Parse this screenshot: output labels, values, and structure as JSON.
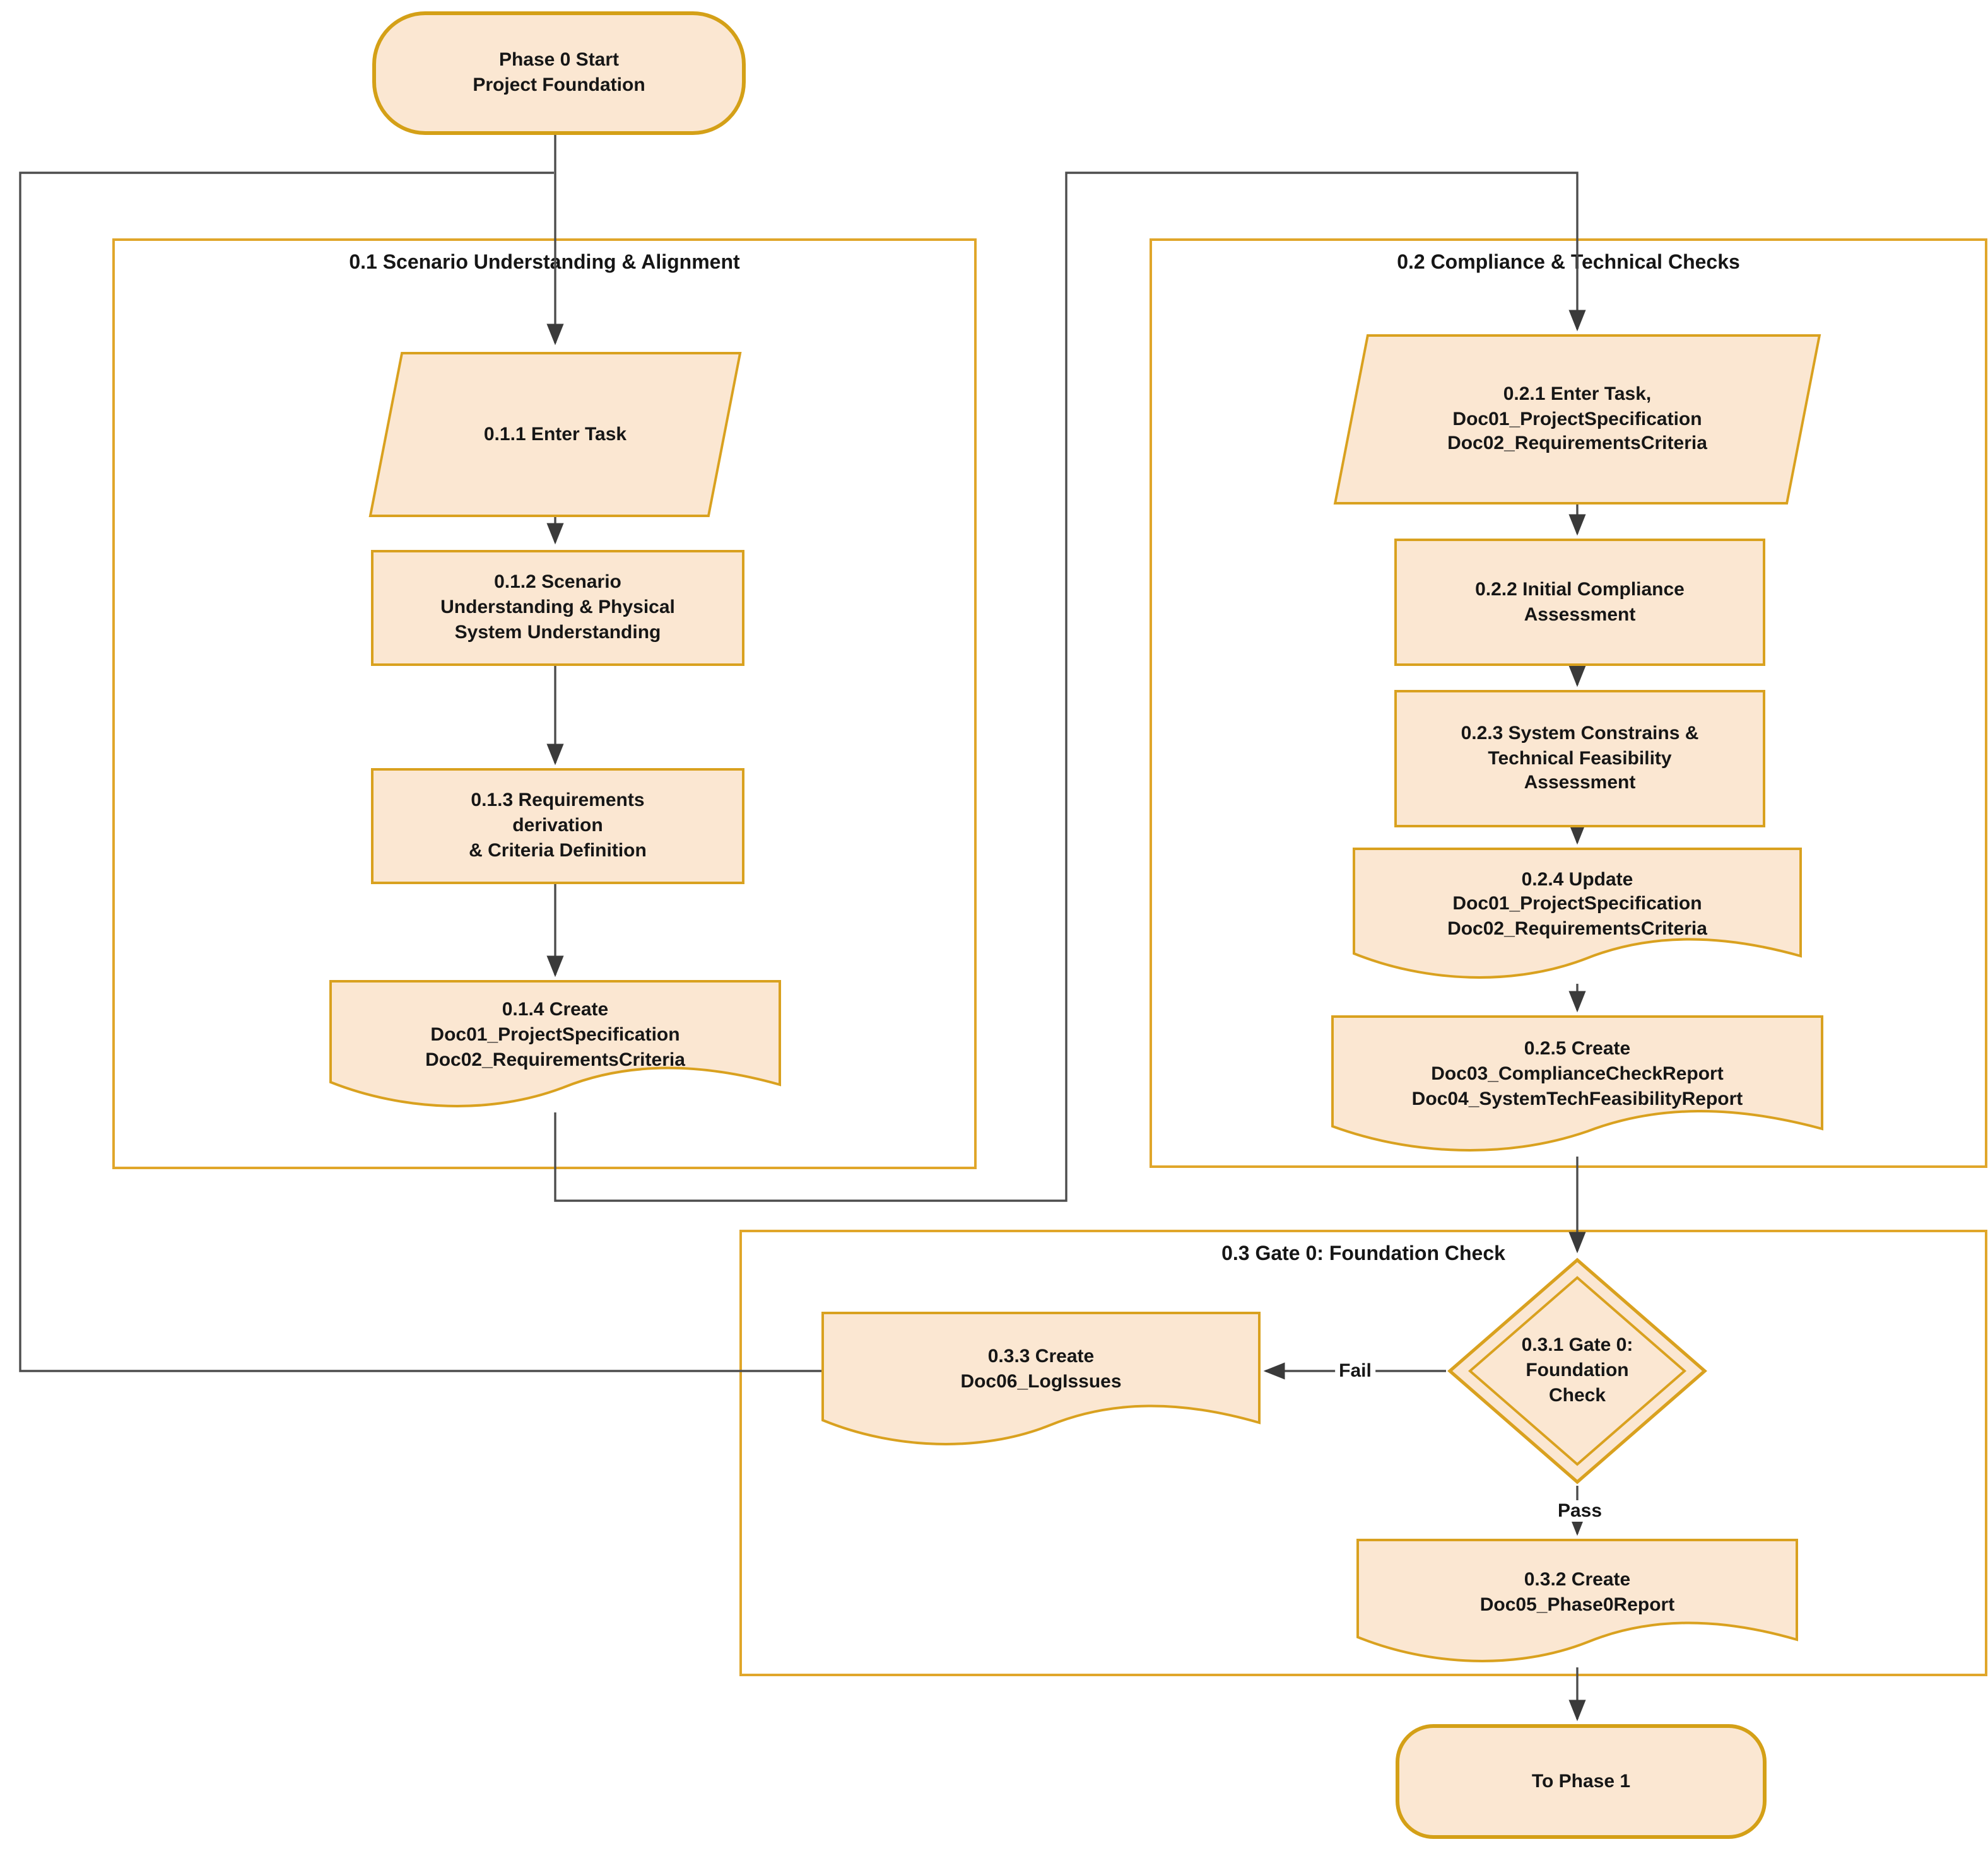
{
  "diagram": {
    "start": {
      "lines": [
        "Phase 0 Start",
        "Project Foundation"
      ]
    },
    "containers": {
      "c01": {
        "title": "0.1 Scenario Understanding & Alignment"
      },
      "c02": {
        "title": "0.2 Compliance & Technical Checks"
      },
      "c03": {
        "title": "0.3 Gate 0: Foundation Check"
      }
    },
    "nodes": {
      "p011": {
        "lines": [
          "0.1.1 Enter Task"
        ]
      },
      "r012": {
        "lines": [
          "0.1.2 Scenario",
          "Understanding & Physical",
          "System Understanding"
        ]
      },
      "r013": {
        "lines": [
          "0.1.3 Requirements",
          "derivation",
          "& Criteria Definition"
        ]
      },
      "d014": {
        "lines": [
          "0.1.4 Create",
          "Doc01_ProjectSpecification",
          "Doc02_RequirementsCriteria"
        ]
      },
      "p021": {
        "lines": [
          "0.2.1 Enter Task,",
          "Doc01_ProjectSpecification",
          "Doc02_RequirementsCriteria"
        ]
      },
      "r022": {
        "lines": [
          "0.2.2 Initial Compliance",
          "Assessment"
        ]
      },
      "r023": {
        "lines": [
          "0.2.3 System Constrains &",
          "Technical Feasibility",
          "Assessment"
        ]
      },
      "d024": {
        "lines": [
          "0.2.4 Update",
          "Doc01_ProjectSpecification",
          "Doc02_RequirementsCriteria"
        ]
      },
      "d025": {
        "lines": [
          "0.2.5 Create",
          "Doc03_ComplianceCheckReport",
          "Doc04_SystemTechFeasibilityReport"
        ]
      },
      "dia031": {
        "lines": [
          "0.3.1 Gate 0:",
          "Foundation",
          "Check"
        ]
      },
      "d033": {
        "lines": [
          "0.3.3 Create",
          "Doc06_LogIssues"
        ]
      },
      "d032": {
        "lines": [
          "0.3.2 Create",
          "Doc05_Phase0Report"
        ]
      },
      "end": {
        "lines": [
          "To Phase 1"
        ]
      }
    },
    "edge_labels": {
      "fail": "Fail",
      "pass": "Pass"
    },
    "colors": {
      "node_fill": "#FBE7D2",
      "node_border": "#D9A11F",
      "container_border": "#E0A62A",
      "connector": "#4D4D4D",
      "text": "#161616",
      "background": "#FFFFFF"
    }
  }
}
